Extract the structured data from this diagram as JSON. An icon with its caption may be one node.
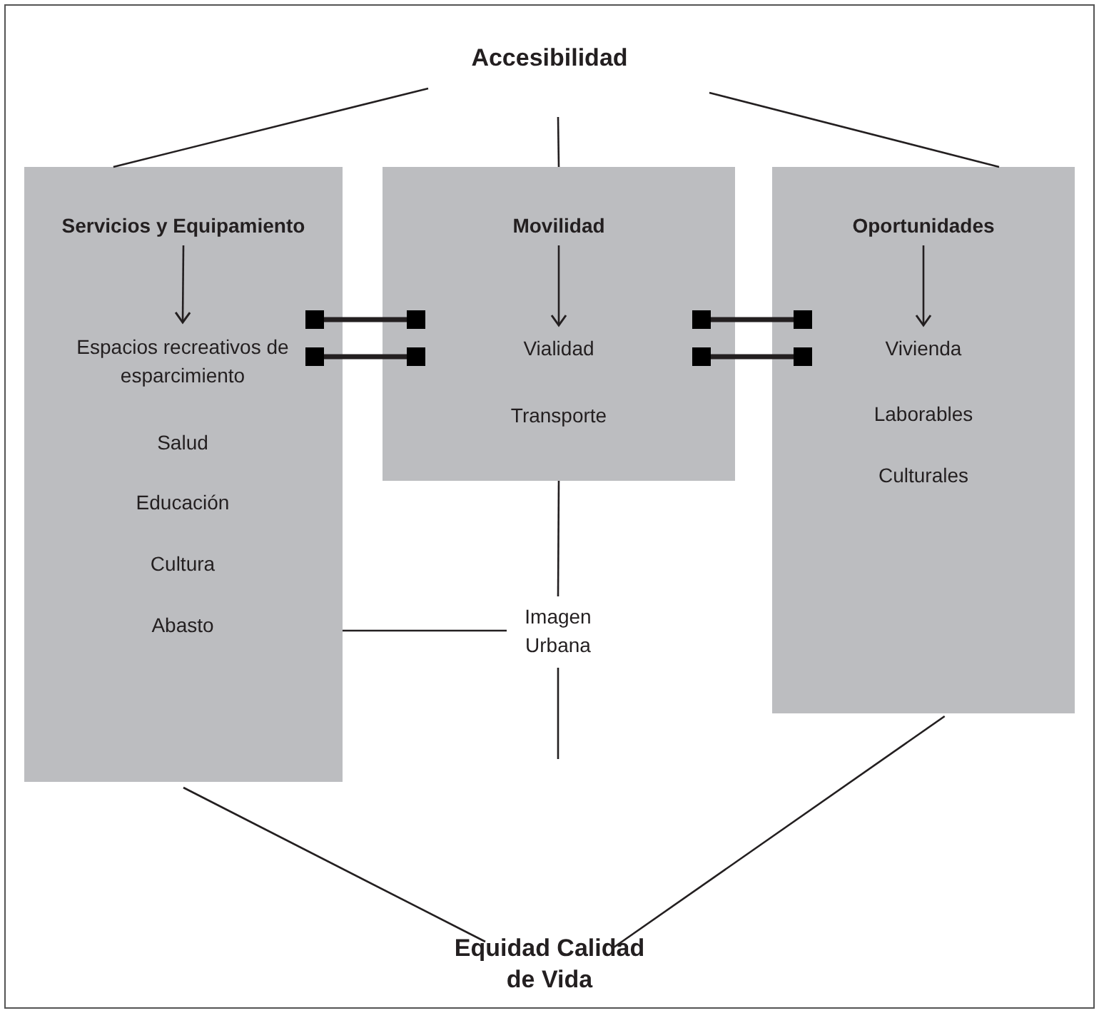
{
  "diagram": {
    "nodes": [
      {
        "text": [
          "Accesibilidad"
        ]
      },
      {
        "text": [],
        "shape": "box"
      },
      {
        "text": [
          "Servicios y Equipamiento"
        ],
        "in": 1
      },
      {
        "text": [
          "Espacios recreativos de esparcimiento"
        ],
        "in": 1
      },
      {
        "text": [
          "Salud"
        ],
        "in": 1
      },
      {
        "text": [
          "Educación"
        ],
        "in": 1
      },
      {
        "text": [
          "Cultura"
        ],
        "in": 1
      },
      {
        "text": [
          "Abasto"
        ],
        "in": 1
      },
      {
        "text": [],
        "shape": "box"
      },
      {
        "text": [
          "Movilidad"
        ],
        "in": 8
      },
      {
        "text": [
          "Vialidad"
        ],
        "in": 8
      },
      {
        "text": [
          "Transporte"
        ],
        "in": 8
      },
      {
        "text": [],
        "shape": "box"
      },
      {
        "text": [
          "Oportunidades"
        ],
        "in": 12
      },
      {
        "text": [
          "Vivienda"
        ],
        "in": 12
      },
      {
        "text": [
          "Laborables"
        ],
        "in": 12
      },
      {
        "text": [
          "Culturales"
        ],
        "in": 12
      },
      {
        "text": [
          "Imagen Urbana"
        ]
      },
      {
        "text": [
          "Equidad Calidad de Vida"
        ]
      }
    ],
    "edges": [
      {
        "from": 0,
        "to": 1,
        "arrow": "none"
      },
      {
        "from": 0,
        "to": 8,
        "arrow": "none"
      },
      {
        "from": 0,
        "to": 12,
        "arrow": "none"
      },
      {
        "from": 2,
        "to": 3,
        "arrow": "to"
      },
      {
        "from": 1,
        "to": 8,
        "arrow": "other",
        "style": "thick"
      },
      {
        "from": 1,
        "to": 8,
        "arrow": "other",
        "style": "thick"
      },
      {
        "from": 8,
        "to": 12,
        "arrow": "other",
        "style": "thick"
      },
      {
        "from": 8,
        "to": 12,
        "arrow": "other",
        "style": "thick"
      },
      {
        "from": 9,
        "to": 10,
        "arrow": "to"
      },
      {
        "from": 13,
        "to": 14,
        "arrow": "to"
      },
      {
        "from": 8,
        "to": 17,
        "arrow": "none"
      },
      {
        "from": 1,
        "to": 17,
        "arrow": "none"
      },
      {
        "from": 17,
        "to": null,
        "arrow": "none"
      },
      {
        "from": 1,
        "to": 18,
        "arrow": "none"
      },
      {
        "from": 12,
        "to": 18,
        "arrow": "none"
      }
    ]
  }
}
